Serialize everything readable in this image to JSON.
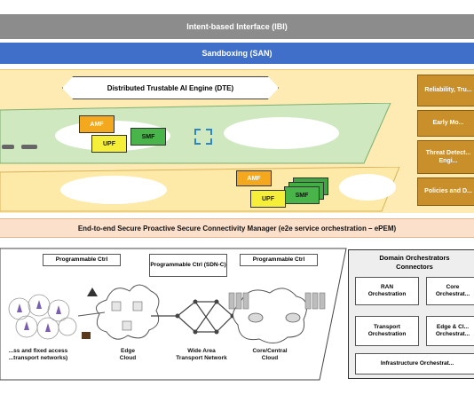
{
  "layers": {
    "ibi": "Intent-based Interface (IBI)",
    "san": "Sandboxing (SAN)",
    "dte": "Distributed Trustable AI Engine (DTE)",
    "e2e": "End-to-end Secure Proactive Secure Connectivity Manager (e2e service orchestration – ePEM)"
  },
  "side_boxes": [
    "Reliability, Tru...",
    "Early Mo...",
    "Threat Detect... Engi...",
    "Policies and D..."
  ],
  "network_functions": {
    "upper": {
      "amf": "AMF",
      "upf": "UPF",
      "smf": "SMF"
    },
    "lower": {
      "amf": "AMF",
      "upf": "UPF",
      "smf": "SMF"
    }
  },
  "controllers": {
    "left": "Programmable Ctrl",
    "middle": "Programmable Ctrl (SDN-C)",
    "right": "Programmable Ctrl"
  },
  "network_segments": {
    "access": "...ss and fixed access\n...transport networks)",
    "edge": "Edge\nCloud",
    "wan": "Wide Area\nTransport Network",
    "core": "Core/Central\nCloud"
  },
  "orchestrators": {
    "title": "Domain Orchestrators\nConnectors",
    "ran": "RAN\nOrchestration",
    "core": "Core\nOrchestrat...",
    "transport": "Transport\nOrchestration",
    "edge": "Edge & Cl...\nOrchestrat...",
    "infra": "Infrastructure Orchestrat..."
  },
  "colors": {
    "ibi": "#8c8c8c",
    "san": "#3f6fc9",
    "engine_band": "#fdebb3",
    "green_plane": "#cfe8c0",
    "side_box": "#c98f2a",
    "e2e_band": "#fbe0cc"
  }
}
